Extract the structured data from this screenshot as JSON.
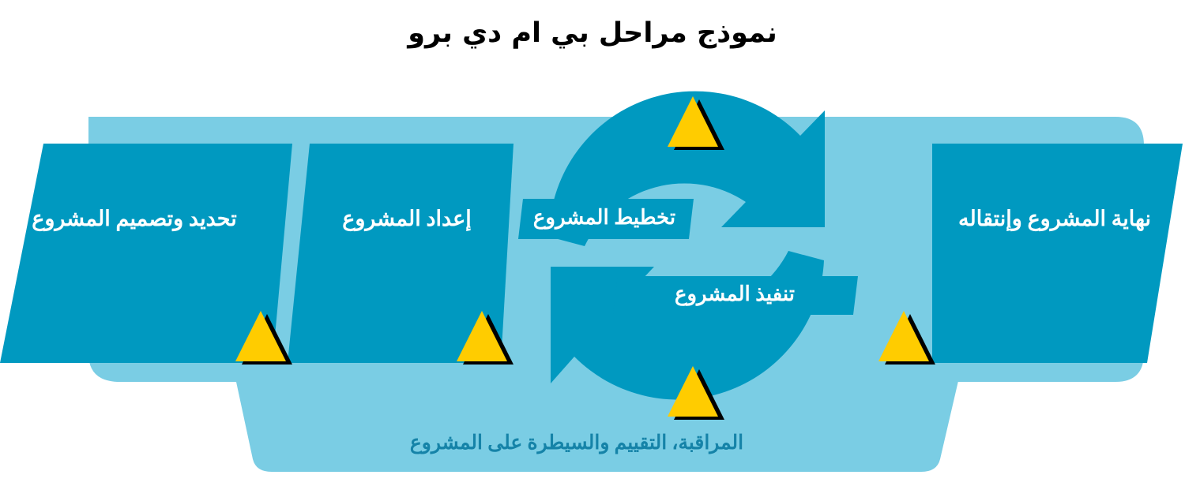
{
  "title": "نموذج مراحل بي ام دي برو",
  "colors": {
    "teal_dark": "#0099C0",
    "teal_light": "#7ACDE4",
    "triangle_fill": "#FFCC00",
    "triangle_shadow": "#000000",
    "label_text": "#FFFFFF",
    "caption_text": "#1583A8",
    "title_text": "#000000",
    "background": "#FFFFFF"
  },
  "phases": [
    {
      "id": "define-design",
      "label": "تحديد وتصميم المشروع"
    },
    {
      "id": "setup",
      "label": "إعداد المشروع"
    },
    {
      "id": "end-transition",
      "label": "نهاية المشروع وإنتقاله"
    }
  ],
  "cycle": {
    "labels": [
      {
        "id": "planning",
        "label": "تخطيط المشروع"
      },
      {
        "id": "execution",
        "label": "تنفيذ المشروع"
      }
    ],
    "arrow_count": 2,
    "direction": "clockwise"
  },
  "caption": "المراقبة، التقييم والسيطرة على المشروع",
  "milestones": {
    "count": 5,
    "shape": "triangle",
    "positions": [
      "phase-1-end",
      "phase-2-end",
      "cycle-top",
      "cycle-bottom",
      "phase-3-start"
    ]
  }
}
